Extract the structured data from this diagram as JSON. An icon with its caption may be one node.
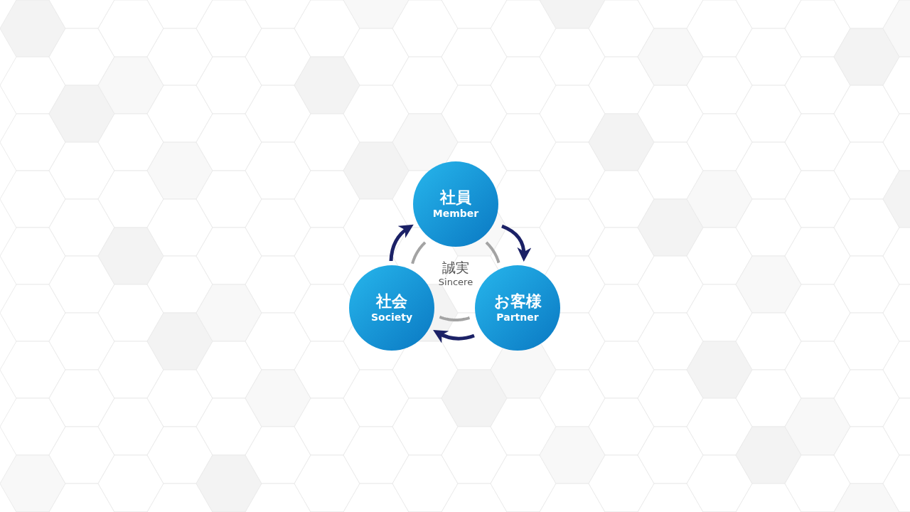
{
  "diagram": {
    "nodes": [
      {
        "text": [
          "誠実",
          "Sincere"
        ]
      },
      {
        "text": [
          "社員",
          "Member"
        ]
      },
      {
        "text": [
          "お客様",
          "Partner"
        ]
      },
      {
        "text": [
          "社会",
          "Society"
        ]
      }
    ],
    "edges": [
      {
        "from": 1,
        "to": 2,
        "arrow": "to"
      },
      {
        "from": 2,
        "to": 3,
        "arrow": "to"
      },
      {
        "from": 3,
        "to": 1,
        "arrow": "to"
      }
    ]
  }
}
